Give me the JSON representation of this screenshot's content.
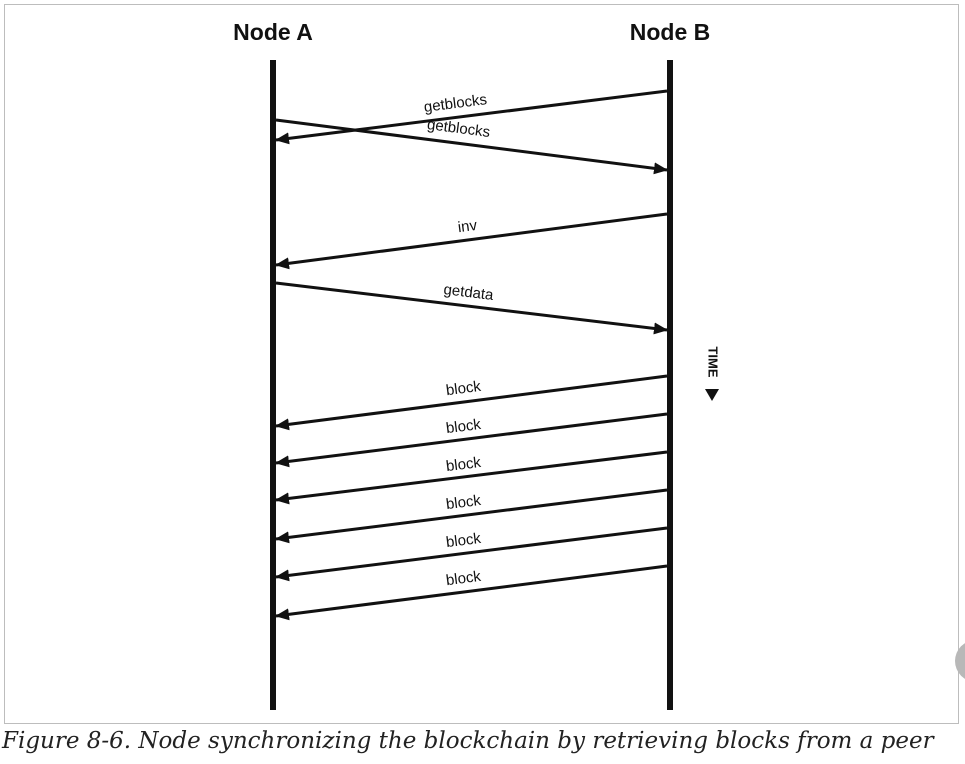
{
  "nodes": {
    "left": "Node A",
    "right": "Node B"
  },
  "time_label": "TIME",
  "messages": [
    {
      "label": "getblocks",
      "from": "Node B",
      "to": "Node A"
    },
    {
      "label": "getblocks",
      "from": "Node A",
      "to": "Node B"
    },
    {
      "label": "inv",
      "from": "Node B",
      "to": "Node A"
    },
    {
      "label": "getdata",
      "from": "Node A",
      "to": "Node B"
    },
    {
      "label": "block",
      "from": "Node B",
      "to": "Node A"
    },
    {
      "label": "block",
      "from": "Node B",
      "to": "Node A"
    },
    {
      "label": "block",
      "from": "Node B",
      "to": "Node A"
    },
    {
      "label": "block",
      "from": "Node B",
      "to": "Node A"
    },
    {
      "label": "block",
      "from": "Node B",
      "to": "Node A"
    },
    {
      "label": "block",
      "from": "Node B",
      "to": "Node A"
    }
  ],
  "caption": "Figure 8-6. Node synchronizing the blockchain by retrieving blocks from a peer"
}
